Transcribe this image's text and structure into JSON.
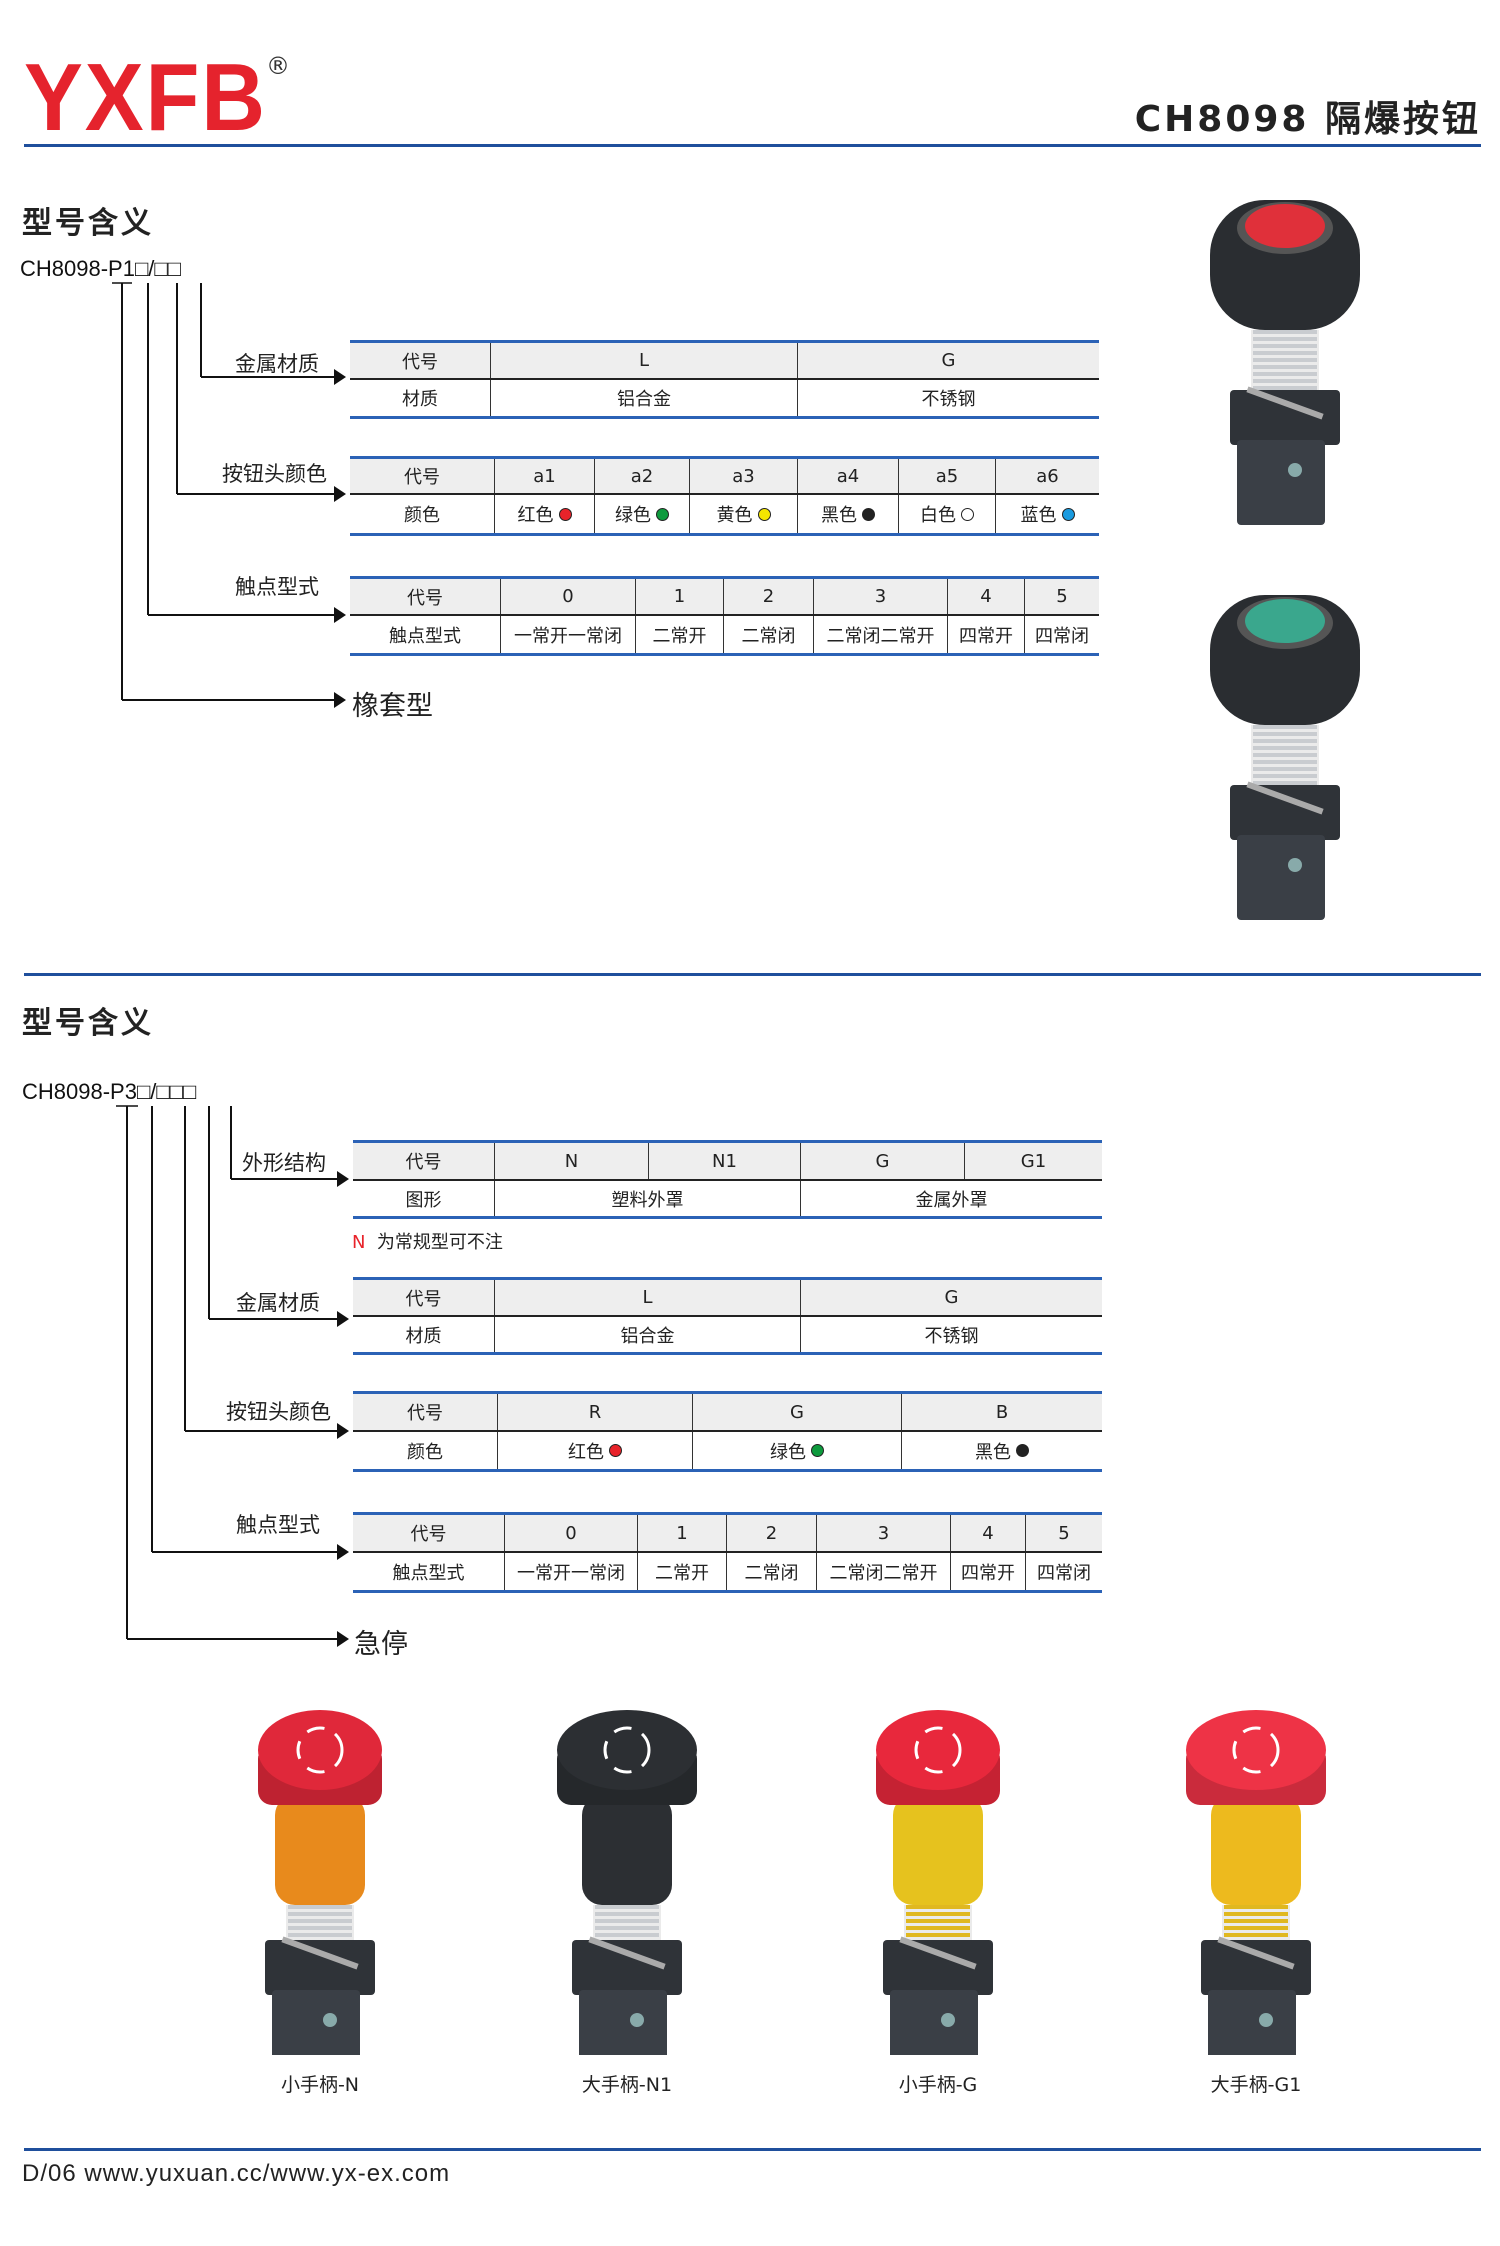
{
  "header": {
    "logo": "YXFB",
    "registered": "®",
    "title": "CH8098 隔爆按钮"
  },
  "section1": {
    "heading": "型号含义",
    "code": "CH8098-P1□/□□",
    "end_label": "橡套型",
    "tables": [
      {
        "label": "金属材质",
        "header": [
          "代号",
          "L",
          "G"
        ],
        "values": [
          "材质",
          "铝合金",
          "不锈钢"
        ]
      },
      {
        "label": "按钮头颜色",
        "header": [
          "代号",
          "a1",
          "a2",
          "a3",
          "a4",
          "a5",
          "a6"
        ],
        "values": [
          "颜色",
          "红色",
          "绿色",
          "黄色",
          "黑色",
          "白色",
          "蓝色"
        ],
        "dots": [
          null,
          "#e8232a",
          "#0e9a3d",
          "#f4e600",
          "#222222",
          "#ffffff",
          "#1a9be0"
        ]
      },
      {
        "label": "触点型式",
        "header": [
          "代号",
          "0",
          "1",
          "2",
          "3",
          "4",
          "5"
        ],
        "values": [
          "触点型式",
          "一常开一常闭",
          "二常开",
          "二常闭",
          "二常闭二常开",
          "四常开",
          "四常闭"
        ]
      }
    ]
  },
  "section2": {
    "heading": "型号含义",
    "code": "CH8098-P3□/□□□",
    "end_label": "急停",
    "note_mark": "N",
    "note_text": "为常规型可不注",
    "tables": [
      {
        "label": "外形结构",
        "header": [
          "代号",
          "N",
          "N1",
          "G",
          "G1"
        ],
        "values": [
          "图形",
          "塑料外罩",
          "金属外罩"
        ]
      },
      {
        "label": "金属材质",
        "header": [
          "代号",
          "L",
          "G"
        ],
        "values": [
          "材质",
          "铝合金",
          "不锈钢"
        ]
      },
      {
        "label": "按钮头颜色",
        "header": [
          "代号",
          "R",
          "G",
          "B"
        ],
        "values": [
          "颜色",
          "红色",
          "绿色",
          "黑色"
        ],
        "dots": [
          null,
          "#e8232a",
          "#0e9a3d",
          "#222222"
        ]
      },
      {
        "label": "触点型式",
        "header": [
          "代号",
          "0",
          "1",
          "2",
          "3",
          "4",
          "5"
        ],
        "values": [
          "触点型式",
          "一常开一常闭",
          "二常开",
          "二常闭",
          "二常闭二常开",
          "四常开",
          "四常闭"
        ]
      }
    ]
  },
  "products": [
    {
      "caption": "小手柄-N"
    },
    {
      "caption": "大手柄-N1"
    },
    {
      "caption": "小手柄-G"
    },
    {
      "caption": "大手柄-G1"
    }
  ],
  "colors": {
    "brand": "#e5232d",
    "rule": "#1f4f9c",
    "table_header_bg": "#eeeeee",
    "accent_note": "#e8232a"
  },
  "footer": {
    "text": "D/06  www.yuxuan.cc/www.yx-ex.com"
  }
}
